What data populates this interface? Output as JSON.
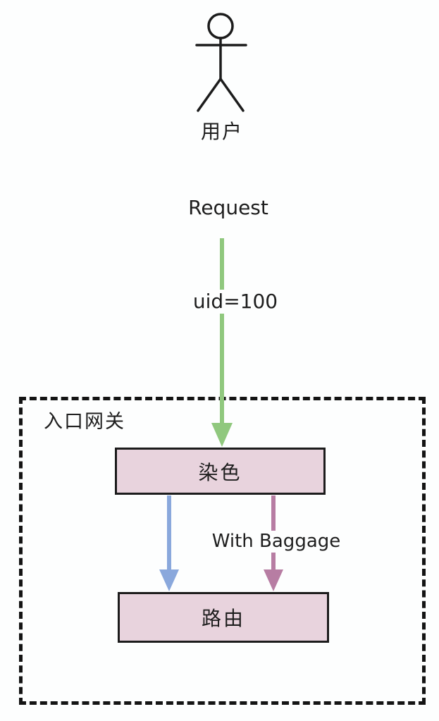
{
  "actor": {
    "label": "用户"
  },
  "labels": {
    "request": "Request",
    "uid": "uid=100",
    "baggage": "With Baggage"
  },
  "gateway": {
    "label": "入口网关"
  },
  "nodes": {
    "dye": {
      "label": "染色"
    },
    "route": {
      "label": "路由"
    }
  },
  "colors": {
    "request_arrow": "#90c87e",
    "plain_route_arrow": "#8aa8dc",
    "baggage_route_arrow": "#b77da3",
    "node_fill": "#e8d3dd",
    "node_border": "#1c1c1c",
    "gateway_dashed_border": "#141414",
    "text": "#1e1e1e",
    "background": "#fdfefe"
  }
}
